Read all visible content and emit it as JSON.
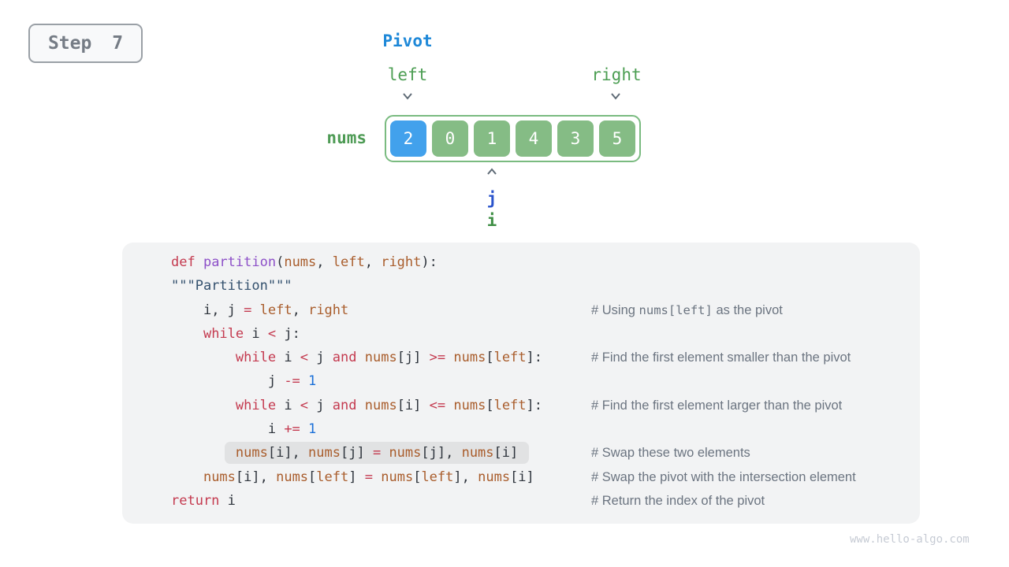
{
  "step_label": "Step 7",
  "diagram": {
    "pivot_label": "Pivot",
    "left_label": "left",
    "right_label": "right",
    "nums_label": "nums",
    "pointer_j_label": "j",
    "pointer_i_label": "i",
    "pointer_index": 2,
    "array_values": [
      2,
      0,
      1,
      4,
      3,
      5
    ],
    "pivot_index": 0,
    "colors": {
      "pivot_cell": "#42a1ec",
      "normal_cell": "#85bc85",
      "array_border": "#7abb80",
      "pivot_label": "#1e88d8",
      "left_right_label": "#4c9e53",
      "nums_label": "#4e9b55",
      "j_label": "#2b54cc",
      "i_label": "#3e8e44",
      "arrow": "#5f6b76"
    }
  },
  "code": {
    "lines": [
      {
        "indent": "",
        "highlight": false,
        "tokens": [
          [
            "kw",
            "def "
          ],
          [
            "fn",
            "partition"
          ],
          [
            "pl",
            "("
          ],
          [
            "arg",
            "nums"
          ],
          [
            "pl",
            ", "
          ],
          [
            "arg",
            "left"
          ],
          [
            "pl",
            ", "
          ],
          [
            "arg",
            "right"
          ],
          [
            "pl",
            "):"
          ]
        ],
        "comment": []
      },
      {
        "indent": "",
        "highlight": false,
        "tokens": [
          [
            "str",
            "\"\"\"Partition\"\"\""
          ]
        ],
        "comment": []
      },
      {
        "indent": "    ",
        "highlight": false,
        "tokens": [
          [
            "pl",
            "i, j "
          ],
          [
            "kw",
            "="
          ],
          [
            "pl",
            " "
          ],
          [
            "arg",
            "left"
          ],
          [
            "pl",
            ", "
          ],
          [
            "arg",
            "right"
          ]
        ],
        "comment": [
          [
            "s",
            "# Using "
          ],
          [
            "m",
            "nums[left]"
          ],
          [
            "s",
            " as the pivot"
          ]
        ]
      },
      {
        "indent": "    ",
        "highlight": false,
        "tokens": [
          [
            "kw",
            "while"
          ],
          [
            "pl",
            " i "
          ],
          [
            "kw",
            "<"
          ],
          [
            "pl",
            " j:"
          ]
        ],
        "comment": []
      },
      {
        "indent": "        ",
        "highlight": false,
        "tokens": [
          [
            "kw",
            "while"
          ],
          [
            "pl",
            " i "
          ],
          [
            "kw",
            "<"
          ],
          [
            "pl",
            " j "
          ],
          [
            "kw",
            "and"
          ],
          [
            "pl",
            " "
          ],
          [
            "arg",
            "nums"
          ],
          [
            "pl",
            "[j] "
          ],
          [
            "kw",
            ">="
          ],
          [
            "pl",
            " "
          ],
          [
            "arg",
            "nums"
          ],
          [
            "pl",
            "["
          ],
          [
            "arg",
            "left"
          ],
          [
            "pl",
            "]:"
          ]
        ],
        "comment": [
          [
            "s",
            "# Find the first element smaller than the pivot"
          ]
        ]
      },
      {
        "indent": "            ",
        "highlight": false,
        "tokens": [
          [
            "pl",
            "j "
          ],
          [
            "kw",
            "-="
          ],
          [
            "pl",
            " "
          ],
          [
            "num",
            "1"
          ]
        ],
        "comment": []
      },
      {
        "indent": "        ",
        "highlight": false,
        "tokens": [
          [
            "kw",
            "while"
          ],
          [
            "pl",
            " i "
          ],
          [
            "kw",
            "<"
          ],
          [
            "pl",
            " j "
          ],
          [
            "kw",
            "and"
          ],
          [
            "pl",
            " "
          ],
          [
            "arg",
            "nums"
          ],
          [
            "pl",
            "[i] "
          ],
          [
            "kw",
            "<="
          ],
          [
            "pl",
            " "
          ],
          [
            "arg",
            "nums"
          ],
          [
            "pl",
            "["
          ],
          [
            "arg",
            "left"
          ],
          [
            "pl",
            "]:"
          ]
        ],
        "comment": [
          [
            "s",
            "# Find the first element larger than the pivot"
          ]
        ]
      },
      {
        "indent": "            ",
        "highlight": false,
        "tokens": [
          [
            "pl",
            "i "
          ],
          [
            "kw",
            "+="
          ],
          [
            "pl",
            " "
          ],
          [
            "num",
            "1"
          ]
        ],
        "comment": []
      },
      {
        "indent": "        ",
        "highlight": true,
        "tokens": [
          [
            "arg",
            "nums"
          ],
          [
            "pl",
            "[i], "
          ],
          [
            "arg",
            "nums"
          ],
          [
            "pl",
            "[j] "
          ],
          [
            "kw",
            "="
          ],
          [
            "pl",
            " "
          ],
          [
            "arg",
            "nums"
          ],
          [
            "pl",
            "[j], "
          ],
          [
            "arg",
            "nums"
          ],
          [
            "pl",
            "[i]"
          ]
        ],
        "comment": [
          [
            "s",
            "# Swap these two elements"
          ]
        ]
      },
      {
        "indent": "    ",
        "highlight": false,
        "tokens": [
          [
            "arg",
            "nums"
          ],
          [
            "pl",
            "[i], "
          ],
          [
            "arg",
            "nums"
          ],
          [
            "pl",
            "["
          ],
          [
            "arg",
            "left"
          ],
          [
            "pl",
            "] "
          ],
          [
            "kw",
            "="
          ],
          [
            "pl",
            " "
          ],
          [
            "arg",
            "nums"
          ],
          [
            "pl",
            "["
          ],
          [
            "arg",
            "left"
          ],
          [
            "pl",
            "], "
          ],
          [
            "arg",
            "nums"
          ],
          [
            "pl",
            "[i]"
          ]
        ],
        "comment": [
          [
            "s",
            "# Swap the pivot with the intersection element"
          ]
        ]
      },
      {
        "indent": "",
        "highlight": false,
        "tokens": [
          [
            "kw",
            "return"
          ],
          [
            "pl",
            " i"
          ]
        ],
        "comment": [
          [
            "s",
            "# Return the index of the pivot"
          ]
        ]
      }
    ]
  },
  "watermark": "www.hello-algo.com"
}
